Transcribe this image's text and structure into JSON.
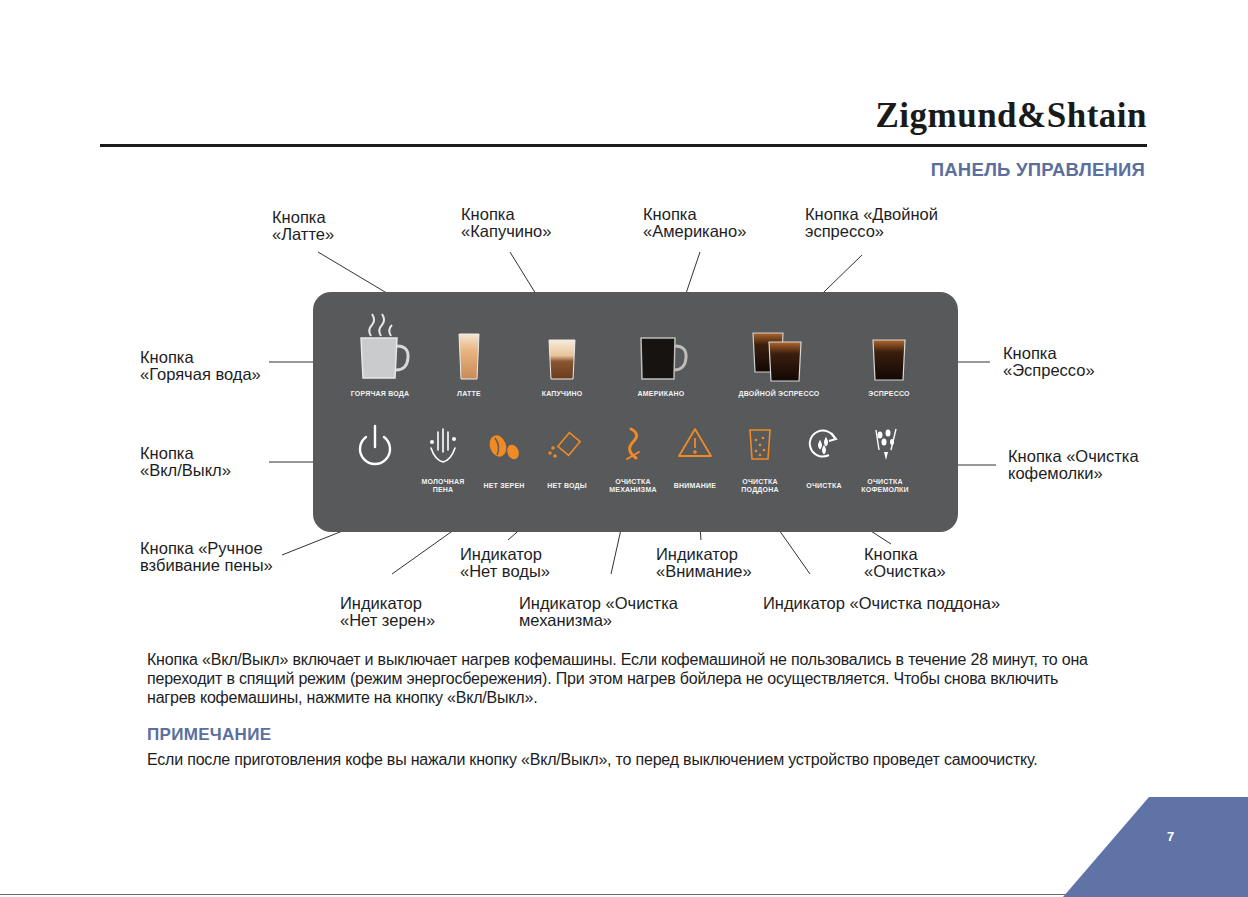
{
  "diagram": {
    "title": "ПАНЕЛЬ УПРАВЛЕНИЯ",
    "nodes": [
      {
        "text": [
          "ГОРЯЧАЯ ВОДА",
          "ЛАТТЕ",
          "КАПУЧИНО",
          "АМЕРИКАНО",
          "ДВОЙНОЙ ЭСПРЕССО",
          "ЭСПРЕССО",
          "МОЛОЧНАЯ ПЕНА",
          "НЕТ ЗЕРЕН",
          "НЕТ ВОДЫ",
          "ОЧИСТКА МЕХАНИЗМА",
          "ВНИМАНИЕ",
          "ОЧИСТКА ПОДДОНА",
          "ОЧИСТКА",
          "ОЧИСТКА КОФЕМОЛКИ"
        ]
      },
      {
        "text": [
          "7"
        ]
      }
    ],
    "labels": [
      "Zigmund&Shtain",
      "Кнопка «Латте»",
      "Кнопка «Капучино»",
      "Кнопка «Американо»",
      "Кнопка «Двойной эспрессо»",
      "Кнопка «Горячая вода»",
      "Кнопка «Эспрессо»",
      "Кнопка «Вкл/Выкл»",
      "Кнопка «Очистка кофемолки»",
      "Кнопка «Ручное взбивание пены»",
      "Индикатор «Нет воды»",
      "Индикатор «Внимание»",
      "Кнопка «Очистка»",
      "Индикатор «Нет зерен»",
      "Индикатор «Очистка механизма»",
      "Индикатор «Очистка поддона»",
      "Кнопка «Вкл/Выкл» включает и выключает нагрев кофемашины. Если кофемашиной не пользовались в течение 28 минут, то она переходит в спящий режим (режим энергосбережения). При этом нагрев бойлера не осуществляется. Чтобы снова включить нагрев кофемашины, нажмите на кнопку «Вкл/Выкл».",
      "ПРИМЕЧАНИЕ",
      "Если после приготовления кофе вы нажали кнопку «Вкл/Выкл», то перед выключением устройство проведет самоочистку."
    ]
  }
}
